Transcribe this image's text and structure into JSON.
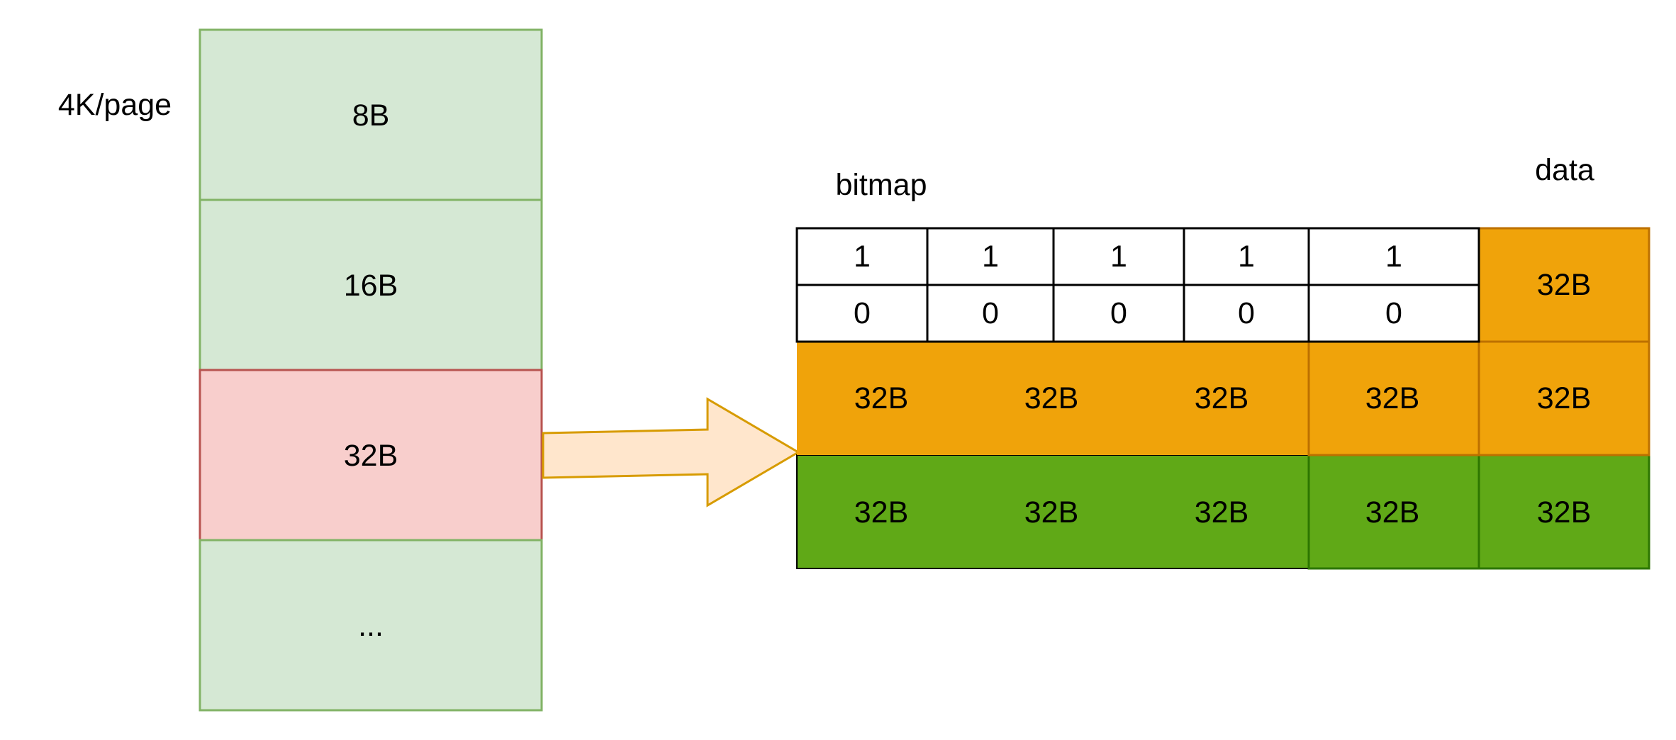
{
  "page_label": "4K/page",
  "size_classes": [
    "8B",
    "16B",
    "32B",
    "..."
  ],
  "selected_size_class": "32B",
  "bitmap": {
    "label": "bitmap",
    "row_1": [
      "1",
      "1",
      "1",
      "1",
      "1"
    ],
    "row_2": [
      "0",
      "0",
      "0",
      "0",
      "0"
    ]
  },
  "data": {
    "label": "data",
    "corner_block": "32B",
    "orange_row": [
      "32B",
      "32B",
      "32B",
      "32B",
      "32B"
    ],
    "green_row": [
      "32B",
      "32B",
      "32B",
      "32B",
      "32B"
    ]
  },
  "colors": {
    "size_class_fill": "#d5e8d4",
    "size_class_stroke": "#82b366",
    "selected_fill": "#f8cecc",
    "selected_stroke": "#b85450",
    "arrow_fill": "#ffe6cc",
    "arrow_stroke": "#d79b00",
    "orange_fill": "#f0a30a",
    "orange_stroke": "#bd7000",
    "green_fill": "#60a917",
    "green_stroke": "#2d7600"
  }
}
